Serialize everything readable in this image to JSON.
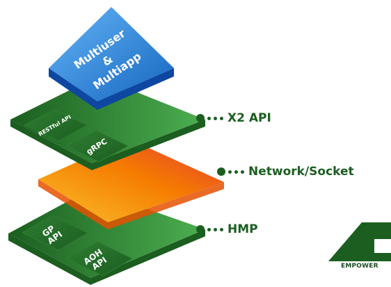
{
  "layers": {
    "top": {
      "line1": "Multiuser",
      "line2": "&",
      "line3": "Multiapp"
    },
    "api": {
      "restful": "RESTful API",
      "grpc": "gRPC"
    },
    "hmp": {
      "gp_line1": "GP",
      "gp_line2": "API",
      "aoh_line1": "AOH",
      "aoh_line2": "API"
    }
  },
  "callouts": {
    "x2api": "X2 API",
    "network": "Network/Socket",
    "hmp": "HMP"
  },
  "logo": {
    "text": "EMPOWER"
  },
  "colors": {
    "green_dark": "#1b5e20",
    "green_light": "#43a047",
    "blue_top": "#1e88e5",
    "orange": "#fbc02d",
    "red": "#e53935"
  }
}
